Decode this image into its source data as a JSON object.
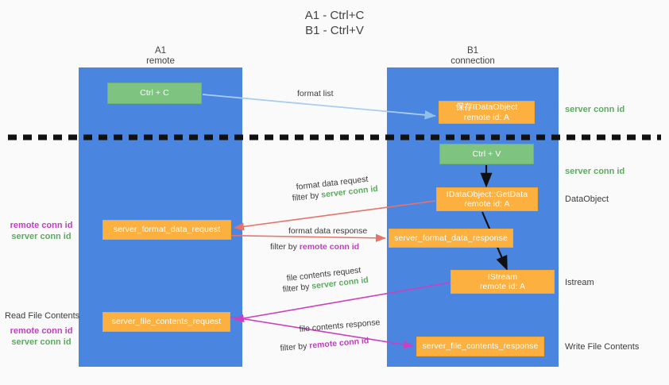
{
  "title": {
    "line1": "A1 - Ctrl+C",
    "line2": "B1 - Ctrl+V"
  },
  "lanes": [
    {
      "id": "a1",
      "name": "A1",
      "role": "remote",
      "color": "#4a86e0"
    },
    {
      "id": "b1",
      "name": "B1",
      "role": "connection",
      "color": "#4a86e0"
    }
  ],
  "boxes": {
    "ctrl_c": "Ctrl + C",
    "save_idataobject_l1": "保存IDataObject",
    "save_idataobject_l2": "remote id: A",
    "ctrl_v": "Ctrl + V",
    "getdata_l1": "IDataObject::GetData",
    "getdata_l2": "remote id: A",
    "format_data_request": "server_format_data_request",
    "format_data_response": "server_format_data_response",
    "istream_l1": "IStream",
    "istream_l2": "remote id: A",
    "file_contents_request": "server_file_contents_request",
    "file_contents_response": "server_file_contents_response"
  },
  "side_labels": {
    "server_conn_id_top": "server conn id",
    "server_conn_id_mid": "server conn id",
    "dataobject": "DataObject",
    "istream": "Istream",
    "write_file_contents": "Write File Contents"
  },
  "left_labels": {
    "read_file_contents": "Read File Contents",
    "remote_conn_id": "remote conn id",
    "server_conn_id": "server conn id"
  },
  "mid_labels": {
    "format_list": "format list",
    "format_data_request": "format data request",
    "filter_by": "filter by",
    "server_conn_id": "server conn id",
    "remote_conn_id": "remote conn id",
    "format_data_response": "format data response",
    "file_contents_request": "file contents request",
    "file_contents_response": "file contents response"
  },
  "colors": {
    "lane_blue": "#4a86e0",
    "box_green": "#7fc380",
    "box_orange": "#fbb040",
    "green_text": "#5cab60",
    "magenta_text": "#c13ec1",
    "arrow_lightblue": "#a8cdf0",
    "arrow_red": "#e8726a",
    "arrow_magenta": "#cc3fbf",
    "arrow_black": "#111111",
    "background": "#fafafa"
  }
}
